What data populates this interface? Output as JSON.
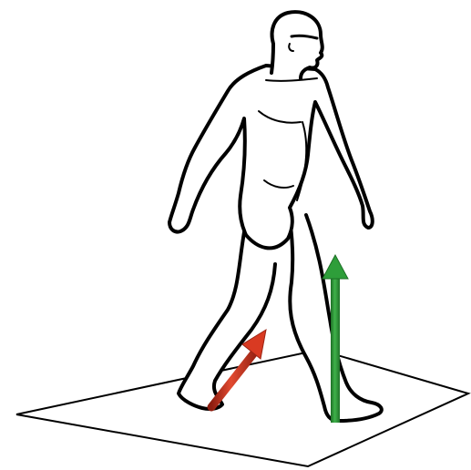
{
  "figure": {
    "subject": "walking-human-outline",
    "ground_plane": "force-plate",
    "arrows": [
      {
        "name": "red-force-arrow",
        "color": "#d93a22"
      },
      {
        "name": "green-force-arrow",
        "color": "#2e9e3a"
      }
    ],
    "colors": {
      "outline": "#000000",
      "background": "#ffffff"
    }
  }
}
